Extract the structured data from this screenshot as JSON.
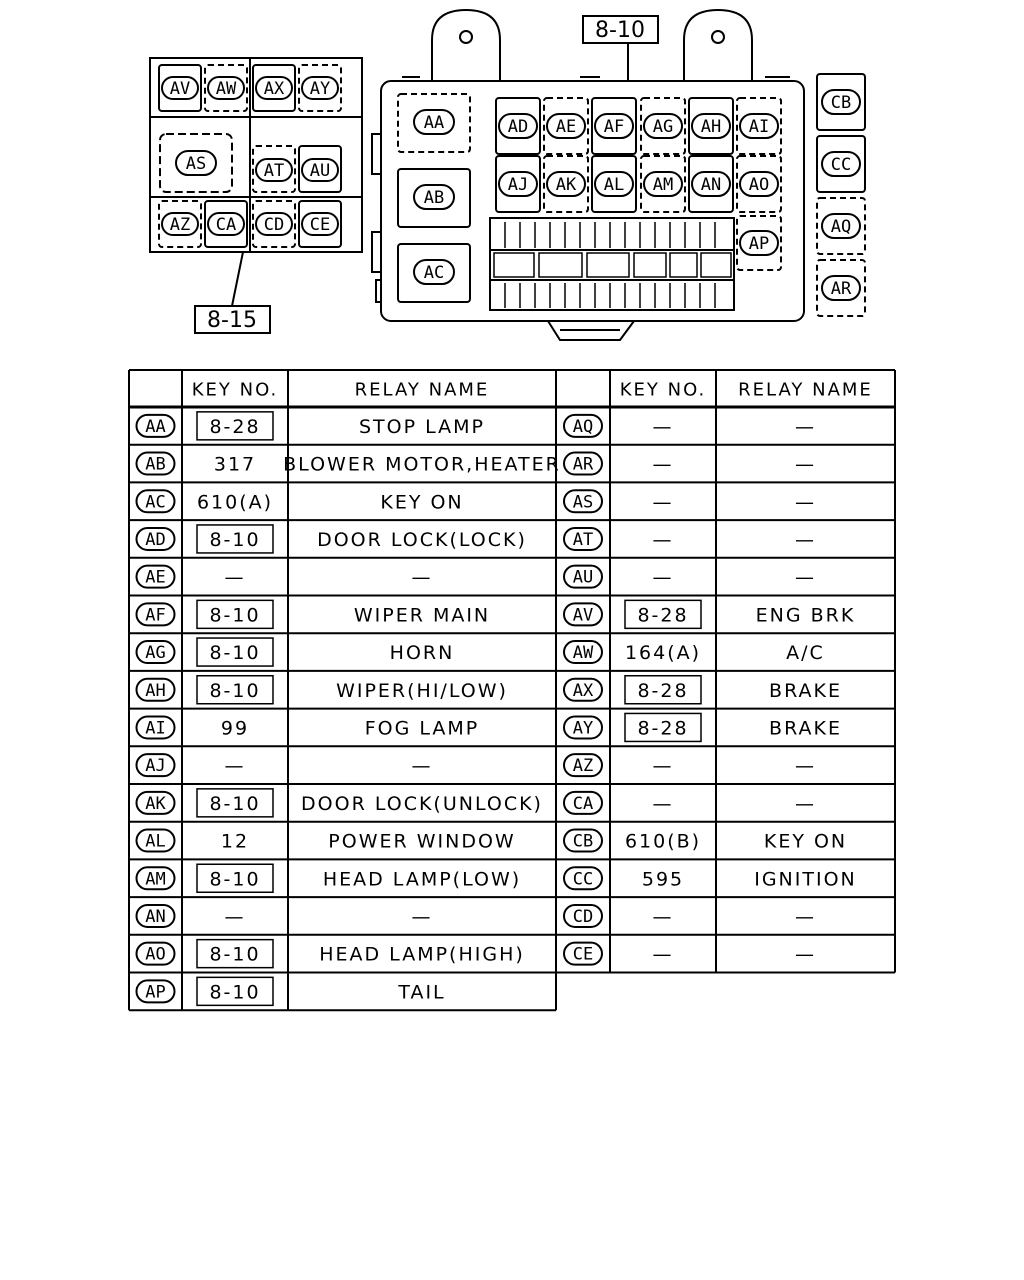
{
  "diagram": {
    "callout_main": "8-10",
    "callout_sub": "8-15",
    "sub_box_relays": [
      "AV",
      "AW",
      "AX",
      "AY",
      "AS",
      "AT",
      "AU",
      "AZ",
      "CA",
      "CD",
      "CE"
    ],
    "main_box_large": [
      "AA",
      "AB",
      "AC"
    ],
    "main_box_small": [
      "AD",
      "AE",
      "AF",
      "AG",
      "AH",
      "AI",
      "AJ",
      "AK",
      "AL",
      "AM",
      "AN",
      "AO",
      "AP"
    ],
    "side_relays": [
      "CB",
      "CC",
      "AQ",
      "AR"
    ]
  },
  "table": {
    "headers": {
      "key_no": "KEY NO.",
      "relay_name": "RELAY NAME"
    },
    "left": [
      {
        "id": "AA",
        "key": "8-28",
        "boxed": true,
        "name": "STOP LAMP"
      },
      {
        "id": "AB",
        "key": "317",
        "boxed": false,
        "name": "BLOWER MOTOR,HEATER"
      },
      {
        "id": "AC",
        "key": "610(A)",
        "boxed": false,
        "name": "KEY ON"
      },
      {
        "id": "AD",
        "key": "8-10",
        "boxed": true,
        "name": "DOOR LOCK(LOCK)"
      },
      {
        "id": "AE",
        "key": "—",
        "boxed": false,
        "name": "—"
      },
      {
        "id": "AF",
        "key": "8-10",
        "boxed": true,
        "name": "WIPER MAIN"
      },
      {
        "id": "AG",
        "key": "8-10",
        "boxed": true,
        "name": "HORN"
      },
      {
        "id": "AH",
        "key": "8-10",
        "boxed": true,
        "name": "WIPER(HI/LOW)"
      },
      {
        "id": "AI",
        "key": "99",
        "boxed": false,
        "name": "FOG LAMP"
      },
      {
        "id": "AJ",
        "key": "—",
        "boxed": false,
        "name": "—"
      },
      {
        "id": "AK",
        "key": "8-10",
        "boxed": true,
        "name": "DOOR LOCK(UNLOCK)"
      },
      {
        "id": "AL",
        "key": "12",
        "boxed": false,
        "name": "POWER WINDOW"
      },
      {
        "id": "AM",
        "key": "8-10",
        "boxed": true,
        "name": "HEAD LAMP(LOW)"
      },
      {
        "id": "AN",
        "key": "—",
        "boxed": false,
        "name": "—"
      },
      {
        "id": "AO",
        "key": "8-10",
        "boxed": true,
        "name": "HEAD LAMP(HIGH)"
      },
      {
        "id": "AP",
        "key": "8-10",
        "boxed": true,
        "name": "TAIL"
      }
    ],
    "right": [
      {
        "id": "AQ",
        "key": "—",
        "boxed": false,
        "name": "—"
      },
      {
        "id": "AR",
        "key": "—",
        "boxed": false,
        "name": "—"
      },
      {
        "id": "AS",
        "key": "—",
        "boxed": false,
        "name": "—"
      },
      {
        "id": "AT",
        "key": "—",
        "boxed": false,
        "name": "—"
      },
      {
        "id": "AU",
        "key": "—",
        "boxed": false,
        "name": "—"
      },
      {
        "id": "AV",
        "key": "8-28",
        "boxed": true,
        "name": "ENG BRK"
      },
      {
        "id": "AW",
        "key": "164(A)",
        "boxed": false,
        "name": "A/C"
      },
      {
        "id": "AX",
        "key": "8-28",
        "boxed": true,
        "name": "BRAKE"
      },
      {
        "id": "AY",
        "key": "8-28",
        "boxed": true,
        "name": "BRAKE"
      },
      {
        "id": "AZ",
        "key": "—",
        "boxed": false,
        "name": "—"
      },
      {
        "id": "CA",
        "key": "—",
        "boxed": false,
        "name": "—"
      },
      {
        "id": "CB",
        "key": "610(B)",
        "boxed": false,
        "name": "KEY ON"
      },
      {
        "id": "CC",
        "key": "595",
        "boxed": false,
        "name": "IGNITION"
      },
      {
        "id": "CD",
        "key": "—",
        "boxed": false,
        "name": "—"
      },
      {
        "id": "CE",
        "key": "—",
        "boxed": false,
        "name": "—"
      }
    ]
  }
}
